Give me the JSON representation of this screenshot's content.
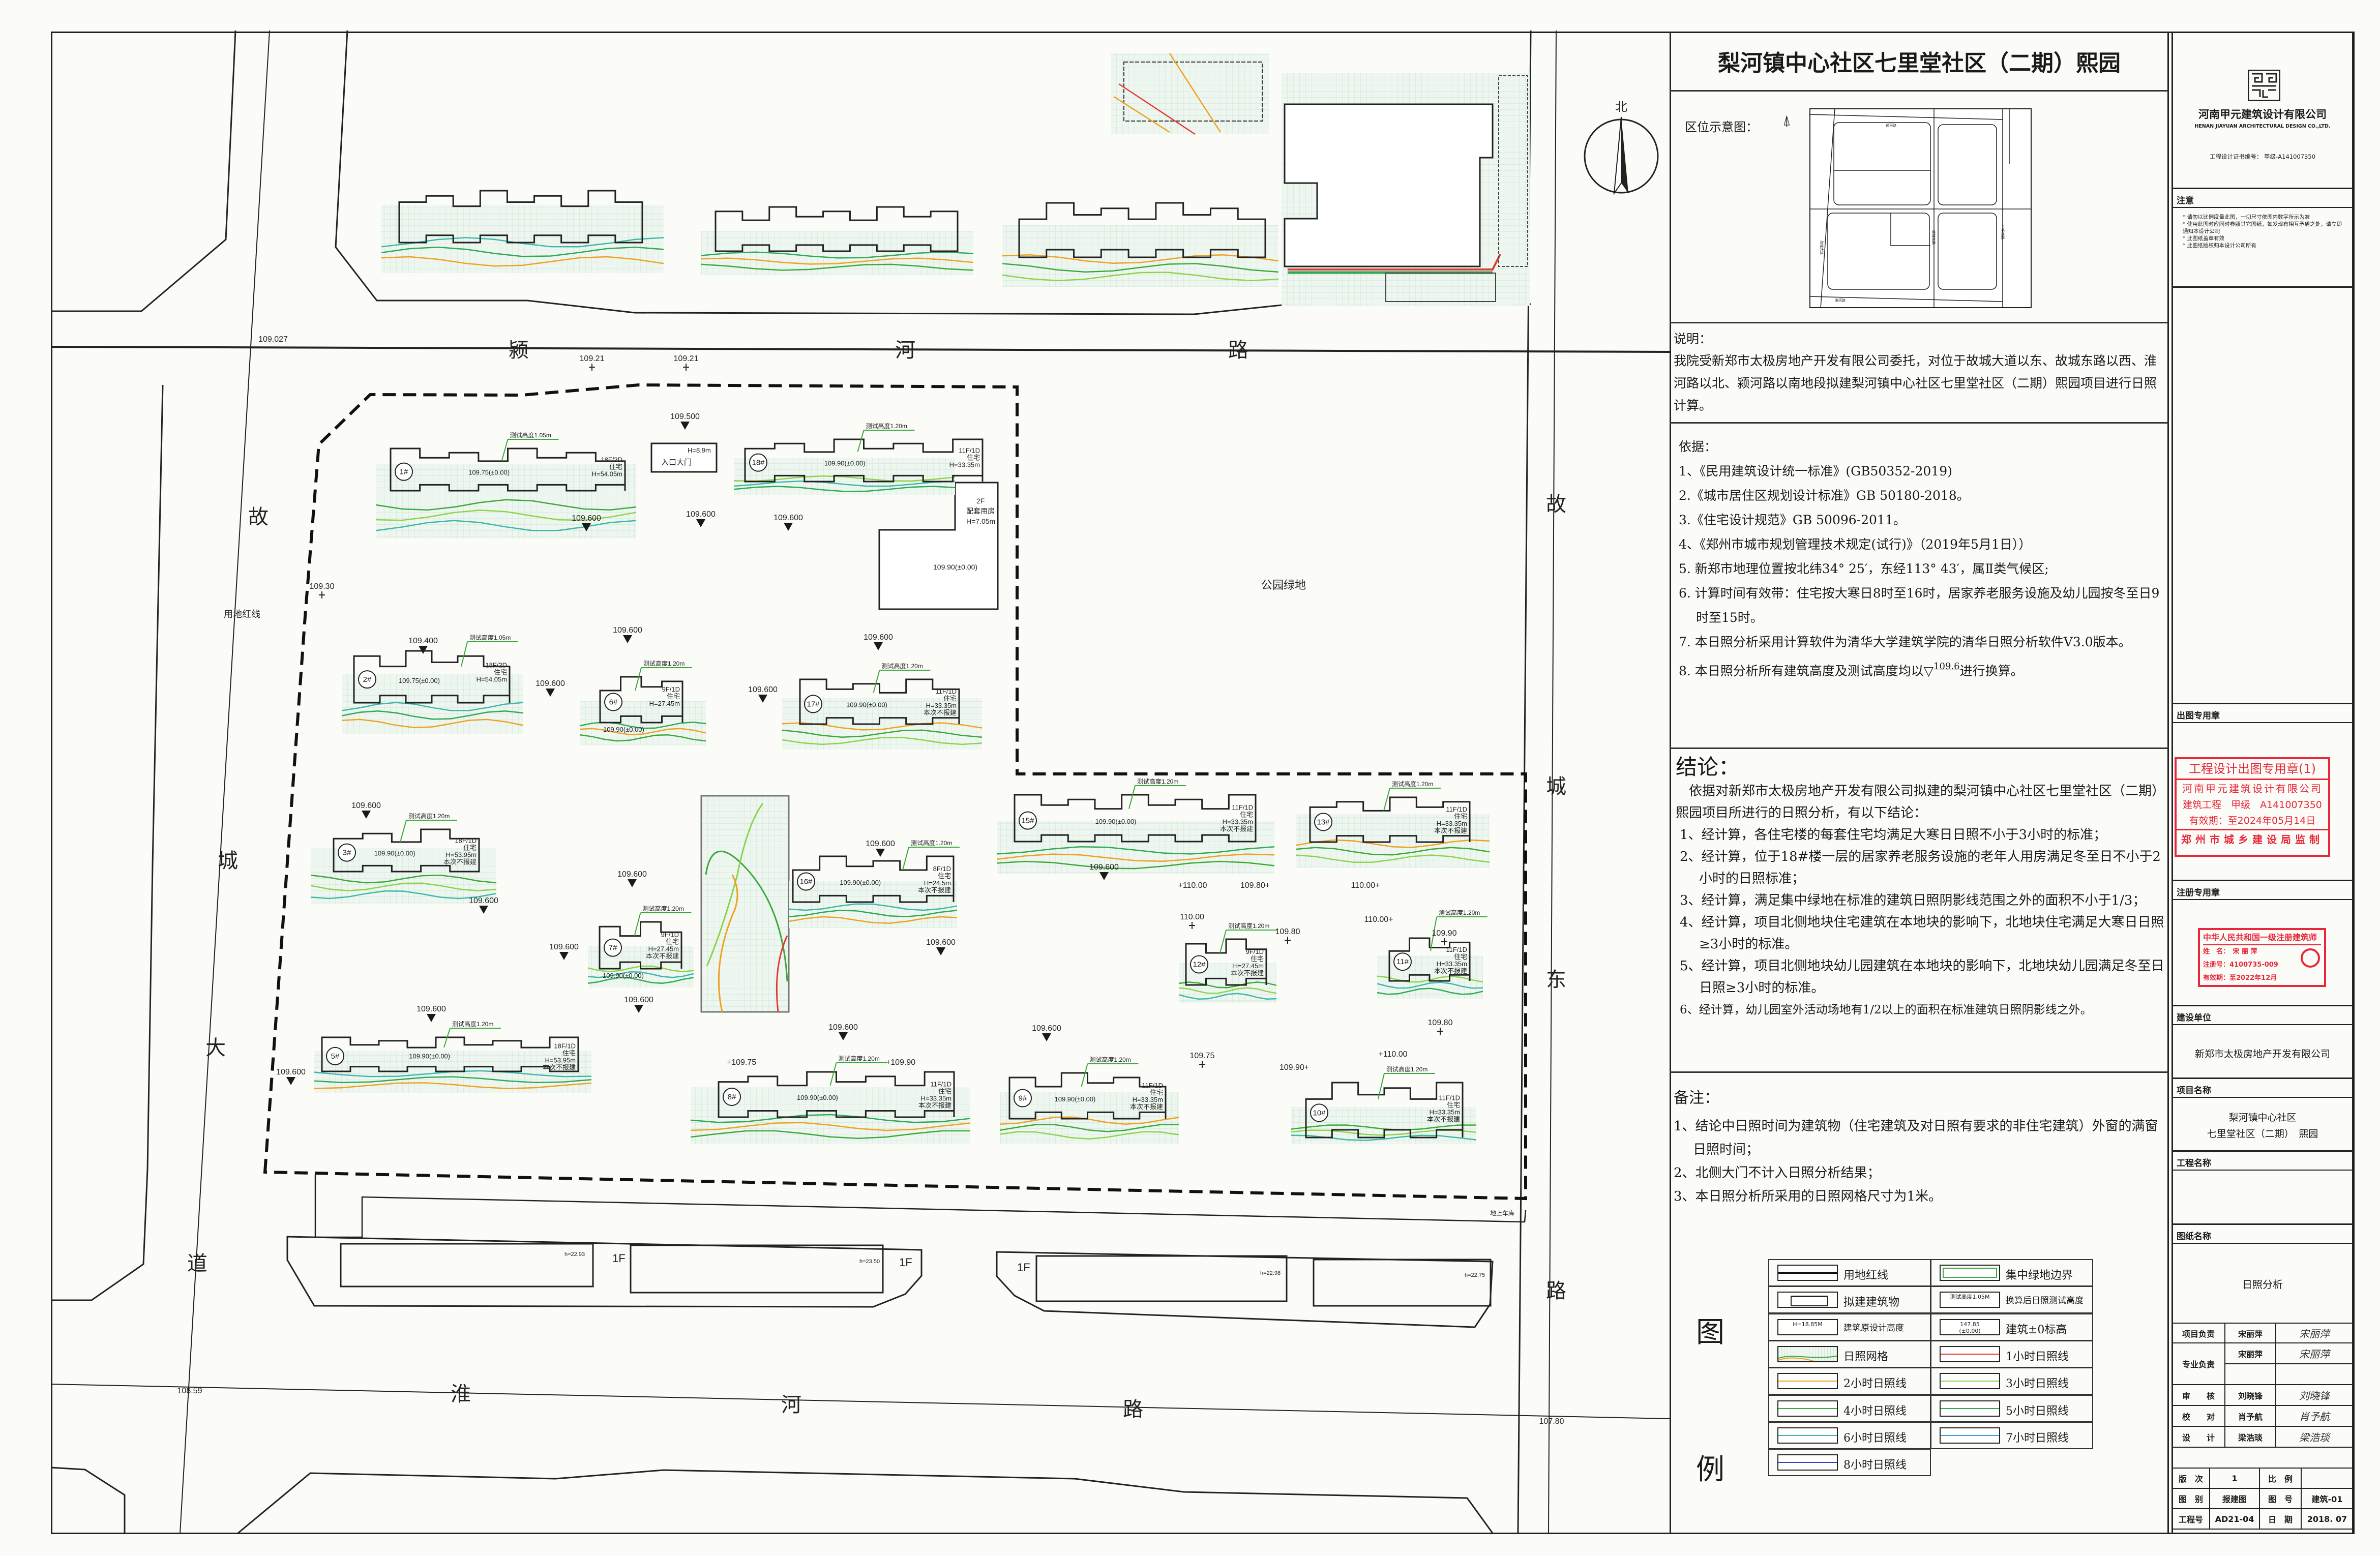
{
  "header": {
    "title": "梨河镇中心社区七里堂社区（二期）熙园",
    "location_label": "区位示意图：",
    "location_roads": [
      "颍河路",
      "淮河路",
      "故城大道",
      "故城东路",
      "中华南路"
    ]
  },
  "description": {
    "label": "说明：",
    "text": "我院受新郑市太极房地产开发有限公司委托，对位于故城大道以东、故城东路以西、淮河路以北、颍河路以南地段拟建梨河镇中心社区七里堂社区（二期）熙园项目进行日照计算。"
  },
  "basis": {
    "label": "依据：",
    "items": [
      "1、《民用建筑设计统一标准》(GB50352-2019)",
      "2.《城市居住区规划设计标准》GB 50180-2018。",
      "3.《住宅设计规范》GB 50096-2011。",
      "4、《郑州市城市规划管理技术规定(试行)》（2019年5月1日））",
      "5. 新郑市地理位置按北纬34° 25′，东经113° 43′，属Ⅱ类气候区;",
      "6. 计算时间有效带：住宅按大寒日8时至16时，居家养老服务设施及幼儿园按冬至日9时至15时。",
      "7. 本日照分析采用计算软件为清华大学建筑学院的清华日照分析软件V3.0版本。"
    ],
    "item8_prefix": "8. 本日照分析所有建筑高度及测试高度均以",
    "item8_level": "109.6",
    "item8_suffix": "进行换算。"
  },
  "conclusion": {
    "label": "结论：",
    "intro": "依据对新郑市太极房地产开发有限公司拟建的梨河镇中心社区七里堂社区（二期）熙园项目所进行的日照分析，有以下结论：",
    "items": [
      "1、经计算，各住宅楼的每套住宅均满足大寒日日照不小于3小时的标准；",
      "2、经计算，位于18#楼一层的居家养老服务设施的老年人用房满足冬至日不小于2小时的日照标准；",
      "3、经计算，满足集中绿地在标准的建筑日照阴影线范围之外的面积不小于1/3；",
      "4、经计算，项目北侧地块住宅建筑在本地块的影响下，北地块住宅满足大寒日日照≥3小时的标准。",
      "5、经计算，项目北侧地块幼儿园建筑在本地块的影响下，北地块幼儿园满足冬至日日照≥3小时的标准。",
      "6、经计算，幼儿园室外活动场地有1/2以上的面积在标准建筑日照阴影线之外。"
    ]
  },
  "remarks": {
    "label": "备注：",
    "items": [
      "1、结论中日照时间为建筑物（住宅建筑及对日照有要求的非住宅建筑）外窗的满窗日照时间；",
      "2、北侧大门不计入日照分析结果；",
      "3、本日照分析所采用的日照网格尺寸为1米。"
    ]
  },
  "legend": {
    "label_1": "图",
    "label_2": "例",
    "items": [
      {
        "label": "用地红线",
        "symbol": "boundary"
      },
      {
        "label": "集中绿地边界",
        "symbol": "green-box"
      },
      {
        "label": "拟建建筑物",
        "symbol": "building"
      },
      {
        "label": "换算后日照测试高度",
        "symbol": "test-height",
        "sample": "测试高度1.05M"
      },
      {
        "label": "建筑原设计高度",
        "symbol": "height",
        "sample": "H=18.85M"
      },
      {
        "label": "建筑±0标高",
        "symbol": "level",
        "sample": "147.85",
        "sample2": "(±0.00)"
      },
      {
        "label": "日照网格",
        "symbol": "grid"
      },
      {
        "label": "1小时日照线",
        "color": "#e53935"
      },
      {
        "label": "2小时日照线",
        "color": "#f0a020"
      },
      {
        "label": "3小时日照线",
        "color": "#8bd34a"
      },
      {
        "label": "4小时日照线",
        "color": "#3aa83a"
      },
      {
        "label": "5小时日照线",
        "color": "#2eaa55"
      },
      {
        "label": "6小时日照线",
        "color": "#3cb8a8"
      },
      {
        "label": "7小时日照线",
        "color": "#3b9be0"
      },
      {
        "label": "8小时日照线",
        "color": "#2747b8"
      }
    ]
  },
  "title_block": {
    "company_cn": "河南甲元建筑设计有限公司",
    "company_en": "HENAN JIAYUAN ARCHITECTURAL DESIGN CO.,LTD.",
    "cert": "工程设计证书编号： 甲级-A141007350",
    "notice_label": "注意",
    "notices": [
      "* 请勿以比例度量此图，一切尺寸依图内数字所示为准",
      "* 使用此图时应同时参照其它图纸，如发现有相互矛盾之处，请立即通知本设计公司",
      "* 此图纸盖章有效",
      "* 此图纸版权归本设计公司所有"
    ],
    "stamp_label": "出图专用章",
    "stamp1": {
      "title": "工程设计出图专用章(1)",
      "company": "河南甲元建筑设计有限公司",
      "grade": "建筑工程　甲级　A141007350",
      "valid": "有效期：至2024年05月14日",
      "issuer": "郑州市城乡建设局监制"
    },
    "reg_label": "注册专用章",
    "stamp2": {
      "title": "中华人民共和国一级注册建筑师",
      "name": "姓　名：　宋 丽 萍",
      "no": "注册号：4100735-009",
      "valid": "有效期：至2022年12月"
    },
    "client_label": "建设单位",
    "client": "新郑市太极房地产开发有限公司",
    "project_label": "项目名称",
    "project_line1": "梨河镇中心社区",
    "project_line2": "七里堂社区（二期）　熙园",
    "work_label": "工程名称",
    "drawing_label": "图纸名称",
    "drawing": "日照分析",
    "signoff": {
      "lead_role": "项目负责",
      "lead_name": "宋丽萍",
      "lead_sig": "宋丽萍",
      "spec_role": "专业负责",
      "spec_name": "宋丽萍",
      "spec_sig": "宋丽萍",
      "review_role": "审　　核",
      "review_name": "刘晓锋",
      "review_sig": "刘晓锋",
      "check_role": "校　　对",
      "check_name": "肖予航",
      "check_sig": "肖予航",
      "design_role": "设　　计",
      "design_name": "梁浩琰",
      "design_sig": "梁浩琰"
    },
    "meta": {
      "version_label": "版　次",
      "version": "1",
      "scale_label": "比　例",
      "type_label": "图　别",
      "type": "报建图",
      "no_label": "图　号",
      "no": "建筑-01",
      "proj_no_label": "工程号",
      "proj_no": "AD21-04",
      "date_label": "日　期",
      "date": "2018. 07"
    }
  },
  "map": {
    "north": "北",
    "roads": {
      "north": [
        "颍",
        "河",
        "路"
      ],
      "west": [
        "故",
        "城",
        "大",
        "道"
      ],
      "east": [
        "故",
        "城",
        "东",
        "路"
      ],
      "south": [
        "淮",
        "河",
        "路"
      ]
    },
    "redline_label": "用地红线",
    "park_label": "公园绿地",
    "gate": {
      "label": "入口大门",
      "height": "H=8.9m"
    },
    "facility": {
      "floors": "2F",
      "use": "配套用房",
      "height": "H=7.05m",
      "base": "109.90(±0.00)"
    },
    "garage_label": "地上车库",
    "south_labels": [
      "1F",
      "1F",
      "1F",
      "h=22.93",
      "h=23.50",
      "h=22.98",
      "h=22.75"
    ],
    "buildings": [
      {
        "id": "1#",
        "floors": "18F/2D",
        "use": "住宅",
        "height": "H=54.05m",
        "note": "",
        "base": "109.75(±0.00)",
        "test": "测试高度1.05m"
      },
      {
        "id": "18#",
        "floors": "11F/1D",
        "use": "住宅",
        "height": "H=33.35m",
        "note": "",
        "base": "109.90(±0.00)",
        "test": "测试高度1.20m"
      },
      {
        "id": "2#",
        "floors": "18F/2D",
        "use": "住宅",
        "height": "H=54.05m",
        "note": "",
        "base": "109.75(±0.00)",
        "test": "测试高度1.05m"
      },
      {
        "id": "6#",
        "floors": "9F/1D",
        "use": "住宅",
        "height": "H=27.45m",
        "note": "",
        "base": "109.90(±0.00)",
        "test": "测试高度1.20m"
      },
      {
        "id": "17#",
        "floors": "11F/1D",
        "use": "住宅",
        "height": "H=33.35m",
        "note": "本次不报建",
        "base": "109.90(±0.00)",
        "test": "测试高度1.20m"
      },
      {
        "id": "3#",
        "floors": "18F/1D",
        "use": "住宅",
        "height": "H=53.95m",
        "note": "本次不报建",
        "base": "109.90(±0.00)",
        "test": "测试高度1.20m"
      },
      {
        "id": "7#",
        "floors": "9F/1D",
        "use": "住宅",
        "height": "H=27.45m",
        "note": "本次不报建",
        "base": "109.90(±0.00)",
        "test": "测试高度1.20m"
      },
      {
        "id": "16#",
        "floors": "8F/1D",
        "use": "住宅",
        "height": "H=24.5m",
        "note": "本次不报建",
        "base": "109.90(±0.00)",
        "test": "测试高度1.20m"
      },
      {
        "id": "15#",
        "floors": "11F/1D",
        "use": "住宅",
        "height": "H=33.35m",
        "note": "本次不报建",
        "base": "109.90(±0.00)",
        "test": "测试高度1.20m"
      },
      {
        "id": "13#",
        "floors": "11F/1D",
        "use": "住宅",
        "height": "H=33.35m",
        "note": "本次不报建",
        "base": "",
        "test": "测试高度1.20m"
      },
      {
        "id": "12#",
        "floors": "9F/1D",
        "use": "住宅",
        "height": "H=27.45m",
        "note": "本次不报建",
        "base": "",
        "test": "测试高度1.20m"
      },
      {
        "id": "11#",
        "floors": "11F/1D",
        "use": "住宅",
        "height": "H=33.35m",
        "note": "本次不报建",
        "base": "",
        "test": "测试高度1.20m"
      },
      {
        "id": "5#",
        "floors": "18F/1D",
        "use": "住宅",
        "height": "H=53.95m",
        "note": "本次不报建",
        "base": "109.90(±0.00)",
        "test": "测试高度1.20m"
      },
      {
        "id": "8#",
        "floors": "11F/1D",
        "use": "住宅",
        "height": "H=33.35m",
        "note": "本次不报建",
        "base": "109.90(±0.00)",
        "test": "测试高度1.20m"
      },
      {
        "id": "9#",
        "floors": "11F/1D",
        "use": "住宅",
        "height": "H=33.35m",
        "note": "本次不报建",
        "base": "109.90(±0.00)",
        "test": "测试高度1.20m"
      },
      {
        "id": "10#",
        "floors": "11F/1D",
        "use": "住宅",
        "height": "H=33.35m",
        "note": "本次不报建",
        "base": "",
        "test": "测试高度1.20m"
      }
    ],
    "elevations": [
      "109.500",
      "109.600",
      "109.600",
      "109.600",
      "109.400",
      "109.600",
      "109.600",
      "109.600",
      "109.600",
      "109.600",
      "109.600",
      "109.600",
      "109.600",
      "109.600",
      "109.600",
      "109.600",
      "109.600",
      "109.600",
      "109.600",
      "109.600",
      "109.600",
      "+110.00",
      "109.80+",
      "110.00+",
      "110.00",
      "110.00+",
      "109.80",
      "109.90",
      "109.80",
      "+109.75",
      "+109.90",
      "109.75",
      "109.90+",
      "+110.00",
      "109.30",
      "109.027",
      "109.21",
      "109.21",
      "108.59",
      "107.80"
    ]
  },
  "colors": {
    "sun_1h": "#e53935",
    "sun_2h": "#f0a020",
    "sun_3h": "#8bd34a",
    "sun_4h": "#3aa83a",
    "sun_6h": "#3cb8a8",
    "sun_7h": "#3b9be0",
    "stamp_red": "#e8283a"
  }
}
